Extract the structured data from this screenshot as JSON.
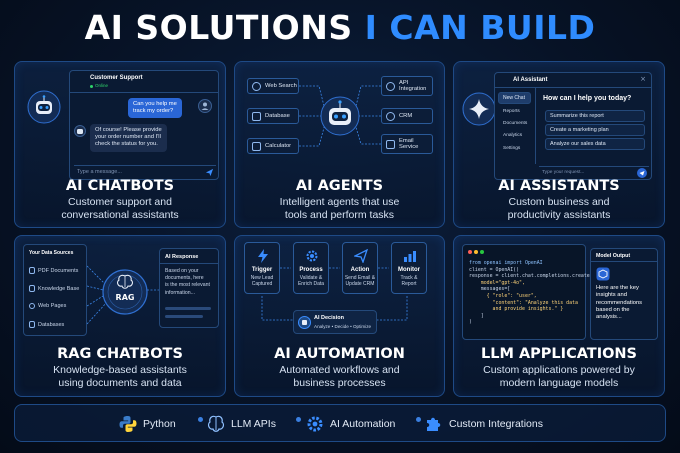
{
  "title": {
    "part1": "AI SOLUTIONS",
    "part2": "I CAN BUILD"
  },
  "cards": {
    "chatbots": {
      "title": "AI CHATBOTS",
      "desc": "Customer support and\nconversational assistants",
      "panel_title": "Customer Support",
      "panel_status": "Online",
      "user_msg": "Can you help me\ntrack my order?",
      "bot_msg": "Of course! Please provide\nyour order number and I'll\ncheck the status for you.",
      "input_placeholder": "Type a message..."
    },
    "agents": {
      "title": "AI AGENTS",
      "desc": "Intelligent agents that use\ntools and perform tasks",
      "tools_left": [
        "Web Search",
        "Database",
        "Calculator"
      ],
      "tools_right": [
        "API\nIntegration",
        "CRM",
        "Email\nService"
      ]
    },
    "assistants": {
      "title": "AI ASSISTANTS",
      "desc": "Custom business and\nproductivity assistants",
      "panel_title": "AI Assistant",
      "sidebar": [
        "New Chat",
        "Reports",
        "Documents",
        "Analytics",
        "Settings"
      ],
      "question": "How can I help you today?",
      "options": [
        "Summarize this report",
        "Create a marketing plan",
        "Analyze our sales data"
      ],
      "input_placeholder": "Type your request..."
    },
    "rag": {
      "title": "RAG CHATBOTS",
      "desc": "Knowledge-based assistants\nusing documents and data",
      "sources_title": "Your Data Sources",
      "sources": [
        "PDF Documents",
        "Knowledge Base",
        "Web Pages",
        "Databases"
      ],
      "center_label": "RAG",
      "response_title": "AI Response",
      "response_text": "Based on your\ndocuments, here\nis the most relevant\ninformation..."
    },
    "automation": {
      "title": "AI AUTOMATION",
      "desc": "Automated workflows and\nbusiness processes",
      "steps": [
        {
          "title": "Trigger",
          "desc": "New Lead\nCaptured"
        },
        {
          "title": "Process",
          "desc": "Validate &\nEnrich Data"
        },
        {
          "title": "Action",
          "desc": "Send Email &\nUpdate CRM"
        },
        {
          "title": "Monitor",
          "desc": "Track &\nReport"
        }
      ],
      "decision_title": "AI Decision",
      "decision_desc": "Analyze • Decide • Optimize"
    },
    "llm": {
      "title": "LLM APPLICATIONS",
      "desc": "Custom applications powered by\nmodern language models",
      "code": [
        "from openai import OpenAI",
        "client = OpenAI()",
        "response = client.chat.completions.create(",
        "    model=\"gpt-4o\",",
        "    messages=[",
        "      { \"role\": \"user\",",
        "        \"content\": \"Analyze this data",
        "        and provide insights.\" }",
        "    ]",
        ")"
      ],
      "output_title": "Model Output",
      "output_text": "Here are the key\ninsights and\nrecommendations\nbased on the\nanalysis..."
    }
  },
  "footer": [
    "Python",
    "LLM APIs",
    "AI Automation",
    "Custom Integrations"
  ],
  "colors": {
    "accent": "#2f8cff",
    "card_border": "#1e4a86",
    "bg": "#071327"
  }
}
